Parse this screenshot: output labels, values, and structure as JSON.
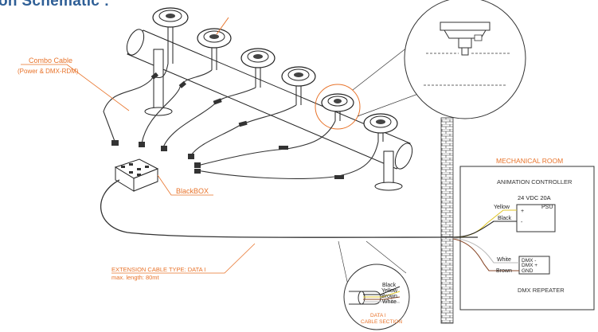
{
  "heading": "on Schematic :",
  "colors": {
    "accent": "#e8732a",
    "line": "#222222",
    "heading": "#2f5f96",
    "yellow": "#e0c62a",
    "brown": "#8a4a2b"
  },
  "labels": {
    "combo_cable_title": "Combo Cable",
    "combo_cable_sub": "(Power & DMX-RDM)",
    "blackbox": "BlackBOX",
    "extension_cable_title": "EXTENSION CABLE TYPE: DATA I",
    "extension_cable_sub": "max. length: 80mt",
    "mechanical_room": "MECHANICAL ROOM",
    "animation_controller": "ANIMATION CONTROLLER",
    "psu_spec": "24 VDC 20A",
    "psu": "PSU",
    "psu_plus": "+",
    "psu_minus": "-",
    "wire_yellow": "Yellow",
    "wire_black": "Black",
    "wire_white": "White",
    "wire_brown": "Brown",
    "dmx_minus": "DMX -",
    "dmx_plus": "DMX +",
    "gnd": "GND",
    "dmx_repeater": "DMX REPEATER",
    "section_black": "Black",
    "section_yellow": "Yellow",
    "section_brown": "Brown",
    "section_white": "White",
    "section_title": "DATA I",
    "section_sub": "CABLE SECTION"
  }
}
